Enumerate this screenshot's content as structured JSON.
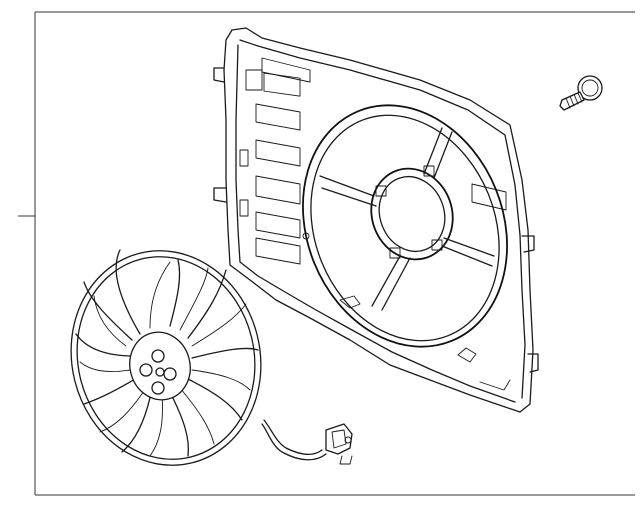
{
  "diagram": {
    "type": "exploded-parts-diagram",
    "parts": [
      {
        "id": "fan-shroud",
        "icon": "fan-shroud-icon"
      },
      {
        "id": "shroud-bolt",
        "icon": "bolt-icon"
      },
      {
        "id": "fan-blade-assembly",
        "icon": "fan-blade-icon"
      },
      {
        "id": "wiring-connector",
        "icon": "connector-icon"
      }
    ],
    "colors": {
      "background": "#ffffff",
      "line": "#1a1a1a",
      "border": "#333333"
    }
  }
}
